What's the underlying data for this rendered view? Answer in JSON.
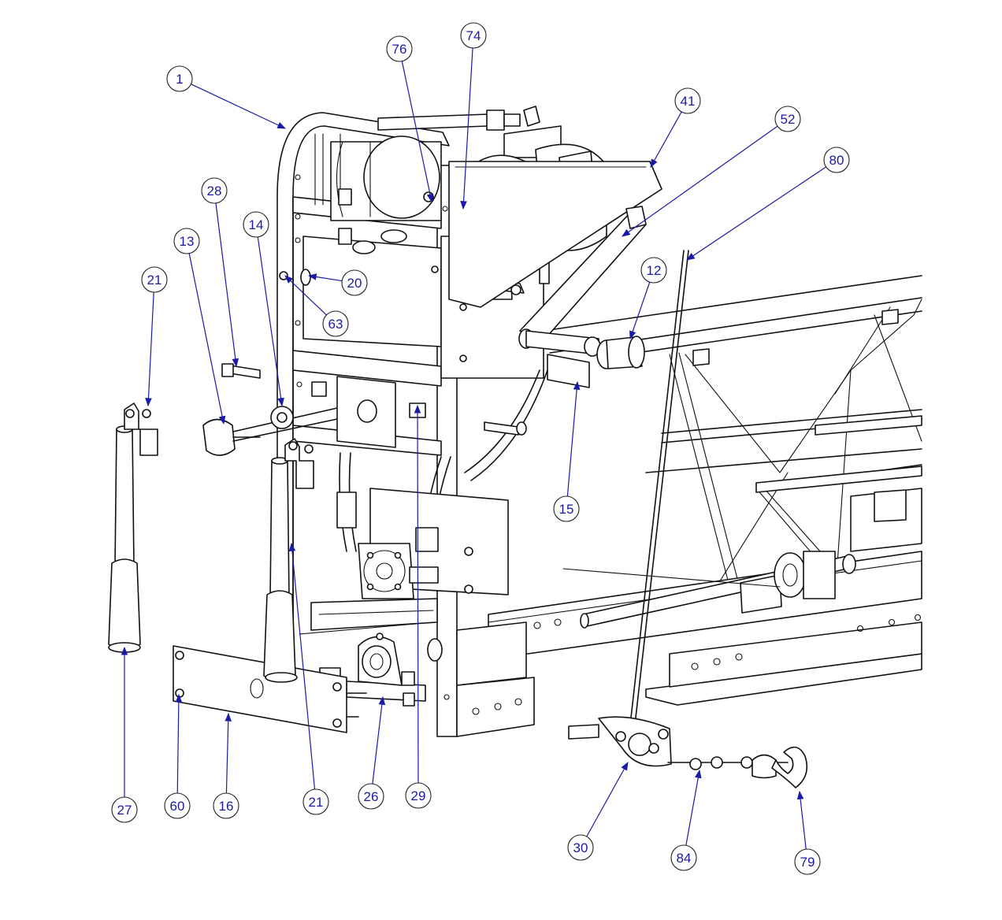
{
  "diagram": {
    "callout_color": "#1a1aa6",
    "ink_color": "#111111",
    "callouts": [
      {
        "id": "c1",
        "label": "1"
      },
      {
        "id": "c76",
        "label": "76"
      },
      {
        "id": "c74",
        "label": "74"
      },
      {
        "id": "c41",
        "label": "41"
      },
      {
        "id": "c52",
        "label": "52"
      },
      {
        "id": "c80",
        "label": "80"
      },
      {
        "id": "c28",
        "label": "28"
      },
      {
        "id": "c14",
        "label": "14"
      },
      {
        "id": "c13",
        "label": "13"
      },
      {
        "id": "c21a",
        "label": "21"
      },
      {
        "id": "c20",
        "label": "20"
      },
      {
        "id": "c63",
        "label": "63"
      },
      {
        "id": "c12",
        "label": "12"
      },
      {
        "id": "c15",
        "label": "15"
      },
      {
        "id": "c27",
        "label": "27"
      },
      {
        "id": "c60",
        "label": "60"
      },
      {
        "id": "c16",
        "label": "16"
      },
      {
        "id": "c21b",
        "label": "21"
      },
      {
        "id": "c26",
        "label": "26"
      },
      {
        "id": "c29",
        "label": "29"
      },
      {
        "id": "c30",
        "label": "30"
      },
      {
        "id": "c84",
        "label": "84"
      },
      {
        "id": "c79",
        "label": "79"
      }
    ]
  }
}
